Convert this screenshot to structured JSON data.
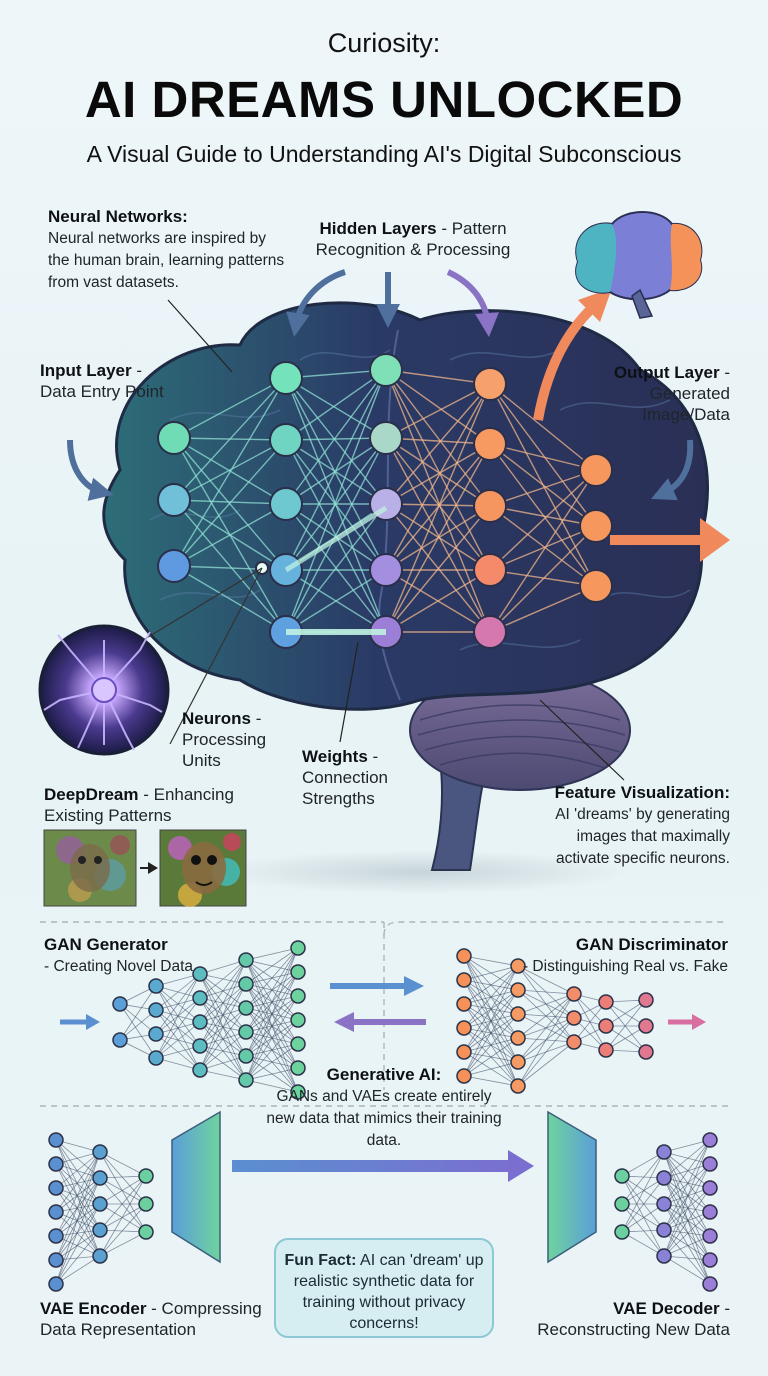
{
  "header": {
    "kicker": "Curiosity:",
    "title": "AI DREAMS UNLOCKED",
    "subtitle": "A Visual Guide to Understanding AI's Digital Subconscious"
  },
  "brain_section": {
    "neural_networks": {
      "title": "Neural Networks:",
      "text": "Neural networks are inspired by the human brain, learning patterns from vast datasets."
    },
    "hidden_layers": {
      "title": "Hidden Layers",
      "text": " - Pattern Recognition & Processing"
    },
    "input_layer": {
      "title": "Input Layer",
      "text": " - Data Entry Point"
    },
    "output_layer": {
      "title": "Output Layer",
      "text": " - Generated Image/Data"
    },
    "neurons": {
      "title": "Neurons",
      "text": " - Processing Units"
    },
    "weights": {
      "title": "Weights",
      "text": " - Connection Strengths"
    },
    "deepdream": {
      "title": "DeepDream",
      "text": " - Enhancing Existing Patterns"
    },
    "feature_visualization": {
      "title": "Feature Visualization:",
      "text": "AI 'dreams' by generating images that maximally activate specific neurons."
    }
  },
  "gan_section": {
    "generator": {
      "title": "GAN Generator",
      "text": " - Creating Novel Data"
    },
    "discriminator": {
      "title": "GAN Discriminator",
      "text": " - Distinguishing Real vs. Fake"
    }
  },
  "vae_section": {
    "generative_ai": {
      "title": "Generative AI:",
      "text": "GANs and VAEs create entirely new data that mimics their training data."
    },
    "encoder": {
      "title": "VAE Encoder",
      "text": " - Compressing Data Representation"
    },
    "decoder": {
      "title": "VAE Decoder",
      "text": " - Reconstructing New Data"
    },
    "fun_fact": {
      "title": "Fun Fact:",
      "text": " AI can 'dream' up realistic synthetic data for training without privacy concerns!"
    }
  },
  "colors": {
    "teal": "#5fd3a8",
    "blue": "#5a8fd0",
    "purple": "#9b7fd6",
    "orange": "#f4925a",
    "brain_dark": "#26334f"
  }
}
